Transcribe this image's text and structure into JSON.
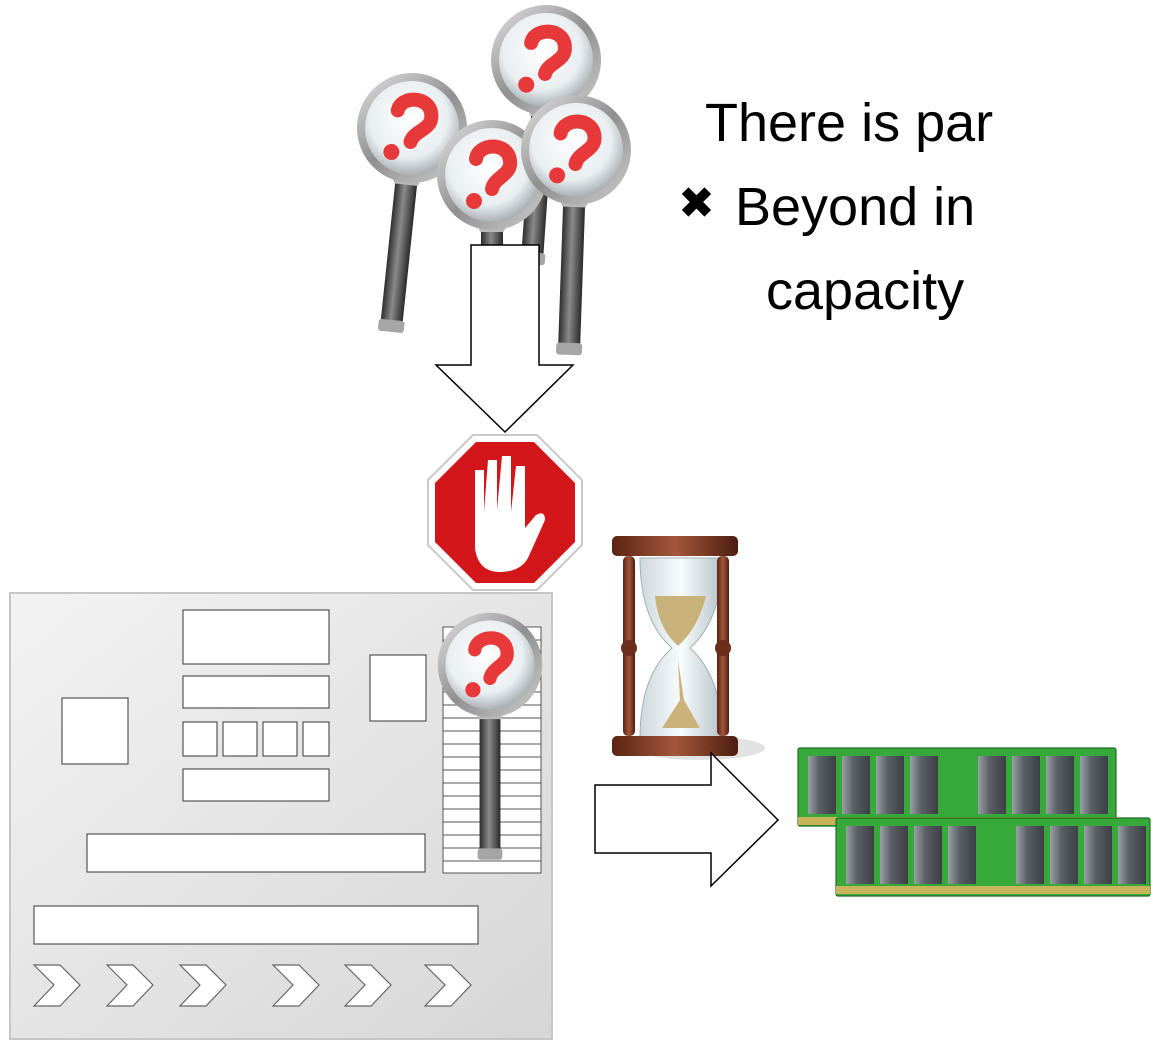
{
  "slide": {
    "heading": "There is par",
    "bullet_marker": "✖",
    "bullet_text": "Beyond in",
    "bullet_continuation": "capacity"
  },
  "icons": {
    "query_cluster": "magnifier-question-icon",
    "stop": "stop-hand-icon",
    "hourglass": "hourglass-icon",
    "memory": "ram-module-icon",
    "cpu_query": "magnifier-question-icon"
  },
  "colors": {
    "question_mark": "#e8393a",
    "stop_sign": "#d2161a",
    "ram_board": "#37a93a",
    "chip_body": "#6f747a",
    "board_gray": "#dcdcdc"
  }
}
